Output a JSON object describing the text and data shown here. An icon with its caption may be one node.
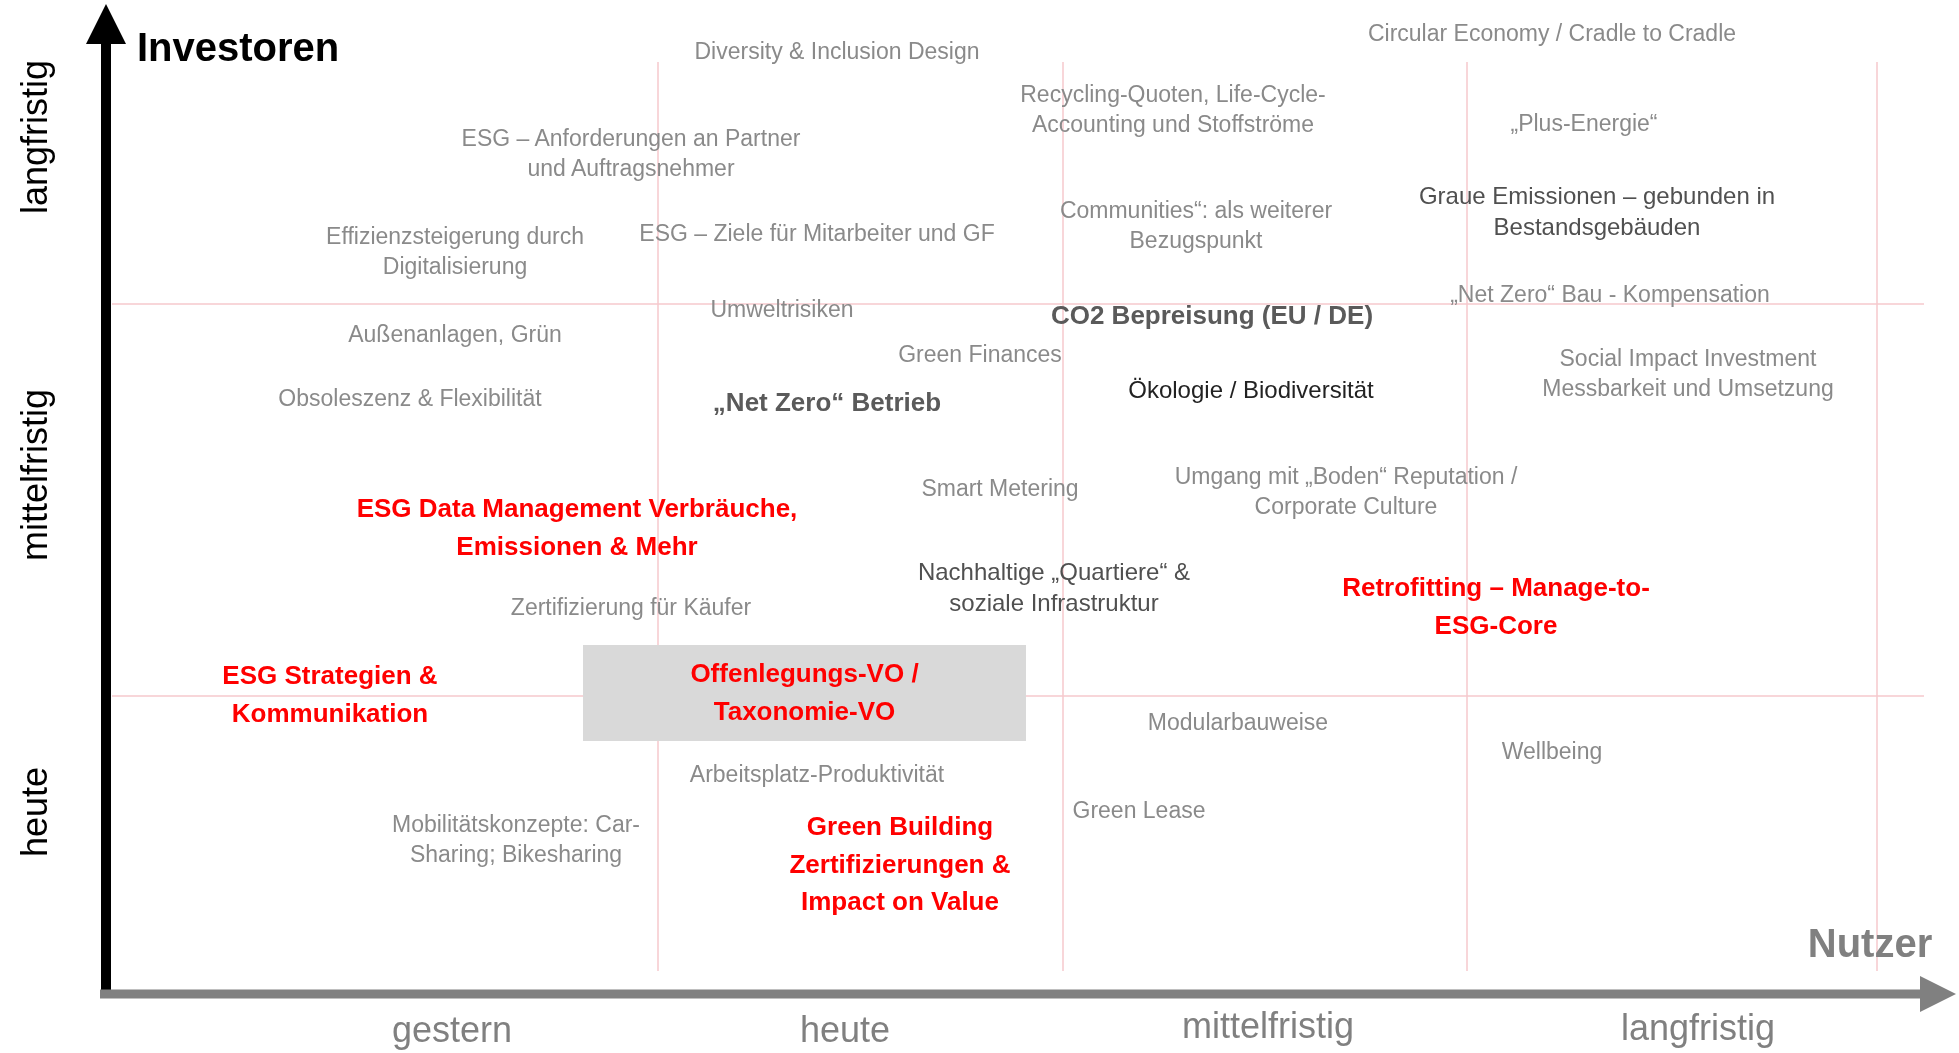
{
  "diagram": {
    "nodes": [
      {
        "text": [
          "Offenlegungs-VO / Taxonomie-VO"
        ]
      }
    ],
    "edges": [],
    "labels": [
      "Investoren",
      "Diversity & Inclusion Design",
      "Circular Economy / Cradle to Cradle",
      "Recycling-Quoten, Life-Cycle- Accounting und Stoffströme",
      "„Plus-Energie“",
      "ESG – Anforderungen an Partner und Auftragsnehmer",
      "Communities“: als weiterer Bezugspunkt",
      "Graue Emissionen – gebunden in Bestandsgebäuden",
      "Effizienzsteigerung durch Digitalisierung",
      "ESG – Ziele für Mitarbeiter und GF",
      "Umweltrisiken",
      "CO2 Bepreisung (EU / DE)",
      "„Net Zero“ Bau - Kompensation",
      "Außenanlagen, Grün",
      "Green Finances",
      "Social Impact Investment Messbarkeit und Umsetzung",
      "Obsoleszenz & Flexibilität",
      "„Net Zero“ Betrieb",
      "Ökologie / Biodiversität",
      "Smart Metering",
      "Umgang mit „Boden“ Reputation / Corporate Culture",
      "ESG Data Management Verbräuche, Emissionen & Mehr",
      "Nachhaltige „Quartiere“ & soziale Infrastruktur",
      "Zertifizierung für Käufer",
      "Retrofitting – Manage-to-ESG-Core",
      "ESG Strategien & Kommunikation",
      "Modularbauweise",
      "Wellbeing",
      "Arbeitsplatz-Produktivität",
      "Green Lease",
      "Mobilitätskonzepte: Car-Sharing; Bikesharing",
      "Green Building Zertifizierungen & Impact on Value",
      "Nutzer",
      "gestern",
      "heute",
      "mittelfristig",
      "langfristig",
      "langfristig",
      "mittelfristig",
      "heute"
    ]
  }
}
